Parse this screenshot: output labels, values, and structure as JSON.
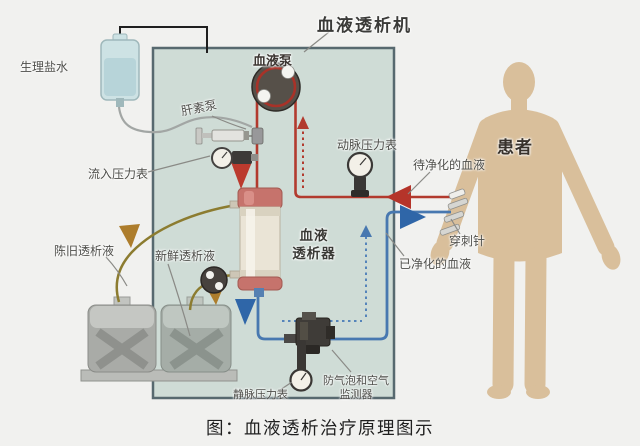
{
  "diagram": {
    "machine_title": "血液透析机",
    "caption": "图：血液透析治疗原理图示",
    "labels": {
      "saline": "生理盐水",
      "blood_pump": "血液泵",
      "heparin_pump": "肝素泵",
      "inflow_gauge": "流入压力表",
      "arterial_gauge": "动脉压力表",
      "dialyzer": "血液\n透析器",
      "old_dialysate": "陈旧透析液",
      "fresh_dialysate": "新鲜透析液",
      "venous_gauge": "静脉压力表",
      "air_monitor": "防气泡和空气\n监测器",
      "blood_to_purify": "待净化的血液",
      "purified_blood": "已净化的血液",
      "puncture_needle": "穿刺针",
      "patient": "患者"
    },
    "colors": {
      "arterial_blood_line": "#b23a2e",
      "venous_blood_line": "#4878b0",
      "dialysate_line": "#8c7c30",
      "machine_panel": "#cfdcd6",
      "patient_skin": "#d9bf9b"
    }
  }
}
